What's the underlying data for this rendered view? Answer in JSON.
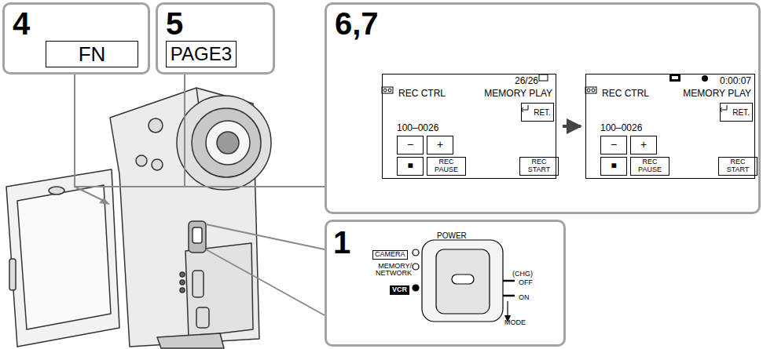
{
  "diagram": {
    "nodes": [
      {
        "text": [
          "4"
        ]
      },
      {
        "text": [
          "FN"
        ],
        "in": 0
      },
      {
        "text": [
          "5"
        ]
      },
      {
        "text": [
          "PAGE3"
        ],
        "in": 2
      },
      {
        "text": [
          "6,7"
        ]
      },
      {
        "text": [
          "26/26",
          "REC CTRL",
          "MEMORY PLAY",
          "100–0026"
        ],
        "in": 4
      },
      {
        "text": [
          "RET."
        ],
        "in": 5
      },
      {
        "text": [
          "−"
        ],
        "in": 5
      },
      {
        "text": [
          "+"
        ],
        "in": 5
      },
      {
        "text": [
          "■"
        ],
        "in": 5
      },
      {
        "text": [
          "REC PAUSE"
        ],
        "in": 5
      },
      {
        "text": [
          "REC START"
        ],
        "in": 5
      },
      {
        "text": [
          "0:00:07",
          "REC CTRL",
          "MEMORY PLAY",
          "100–0026"
        ],
        "in": 4
      },
      {
        "text": [
          "RET."
        ],
        "in": 12
      },
      {
        "text": [
          "−"
        ],
        "in": 12
      },
      {
        "text": [
          "+"
        ],
        "in": 12
      },
      {
        "text": [
          "■"
        ],
        "in": 12
      },
      {
        "text": [
          "REC PAUSE"
        ],
        "in": 12
      },
      {
        "text": [
          "REC START"
        ],
        "in": 12
      },
      {
        "text": [
          "1",
          "POWER",
          "CAMERA",
          "MEMORY/ NETWORK",
          "VCR",
          "(CHG)",
          "OFF",
          "ON",
          "MODE"
        ]
      }
    ],
    "edges": [
      {
        "from": 5,
        "to": 12,
        "arrow": "to"
      }
    ]
  }
}
